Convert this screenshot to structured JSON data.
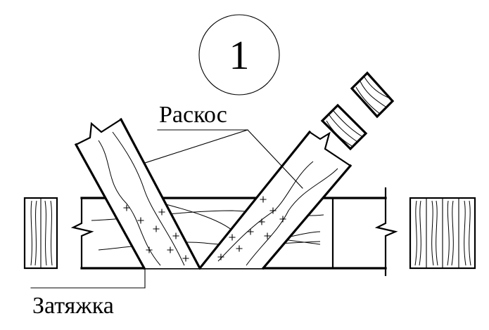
{
  "diagram": {
    "node_number": "1",
    "labels": {
      "diagonal": "Раскос",
      "tie": "Затяжка"
    },
    "colors": {
      "line": "#000000",
      "background": "#ffffff"
    }
  }
}
